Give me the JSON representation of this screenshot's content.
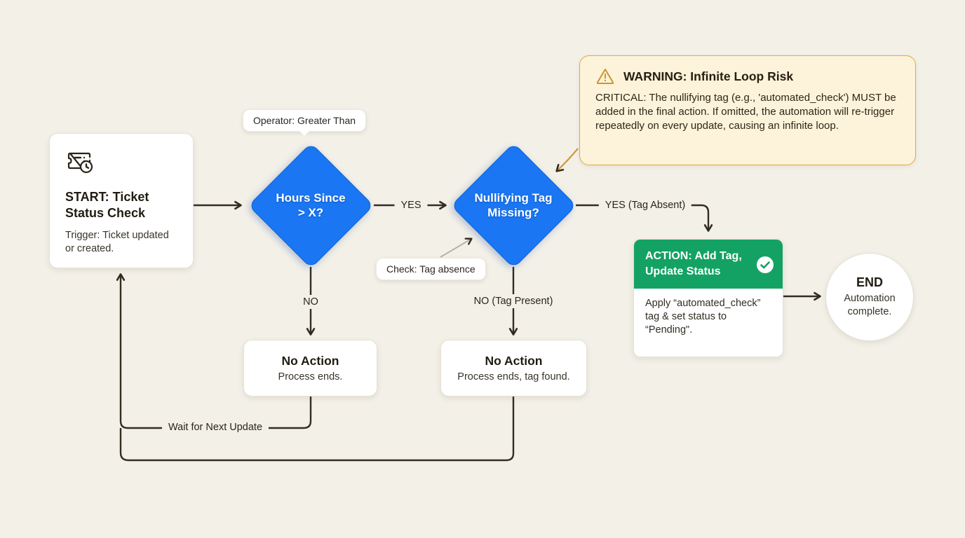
{
  "colors": {
    "background": "#f3f0e8",
    "decision_blue": "#1a76f2",
    "action_green": "#13a263",
    "warning_bg": "#fdf3da",
    "warning_border": "#dda94b",
    "connector": "#332d1f",
    "warning_arrow": "#cf9a3d"
  },
  "nodes": {
    "start": {
      "icon": "ticket-clock-icon",
      "title": "START: Ticket Status Check",
      "body": "Trigger: Ticket updated or created."
    },
    "decision1": {
      "line1": "Hours Since",
      "line2": "> X?"
    },
    "decision2": {
      "line1": "Nullifying Tag",
      "line2": "Missing?"
    },
    "action": {
      "icon": "check-circle-icon",
      "title": "ACTION: Add Tag, Update Status",
      "body": "Apply “automated_check” tag & set status to “Pending\"."
    },
    "end": {
      "title": "END",
      "body": "Automation complete."
    },
    "no_action_1": {
      "title": "No Action",
      "body": "Process ends."
    },
    "no_action_2": {
      "title": "No Action",
      "body": "Process ends, tag found."
    }
  },
  "tooltips": {
    "operator": {
      "text": "Operator: Greater Than"
    },
    "check": {
      "text": "Check: Tag absence"
    }
  },
  "warning": {
    "icon": "warning-triangle-icon",
    "title": "WARNING: Infinite Loop Risk",
    "body": "CRITICAL: The nullifying tag (e.g., 'automated_check') MUST be added in the final action. If omitted, the automation will re-trigger repeatedly on every update, causing an infinite loop."
  },
  "edge_labels": {
    "yes1": "YES",
    "yes2": "YES (Tag Absent)",
    "no1": "NO",
    "no2": "NO (Tag Present)",
    "wait": "Wait for Next Update"
  }
}
